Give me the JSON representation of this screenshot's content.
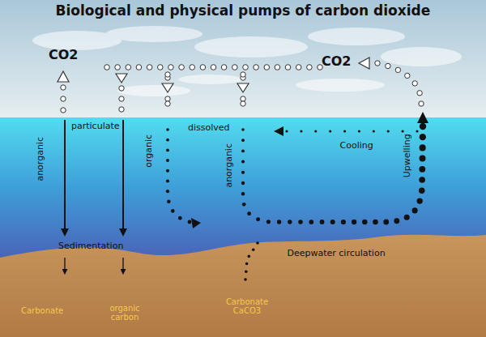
{
  "diagram": {
    "title": "Biological and physical pumps of carbon dioxide",
    "labels": [
      "CO2",
      "CO2",
      "particulate",
      "anorganic",
      "organic",
      "dissolved",
      "anorganic",
      "Cooling",
      "Upwelling",
      "Sedimentation",
      "Deepwater circulation",
      "Carbonate",
      "organic carbon",
      "Carbonate CaCO3"
    ]
  }
}
